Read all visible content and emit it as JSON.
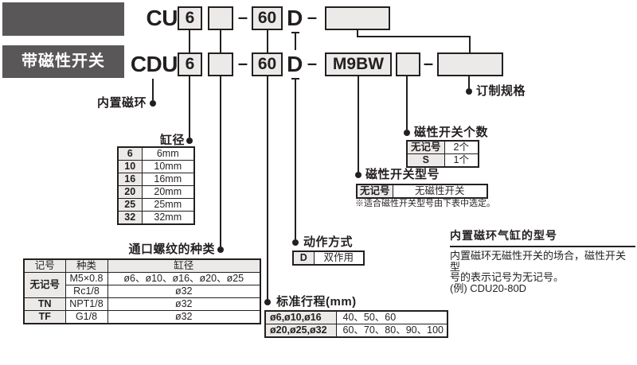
{
  "series_header": {
    "plain_label": "",
    "with_switch_label": "带磁性开关"
  },
  "separator": "–",
  "model_cu": {
    "prefix": "CU",
    "bore": "6",
    "blank": "",
    "stroke": "60",
    "action": "D",
    "option": ""
  },
  "model_cdu": {
    "prefix": "CDU",
    "bore": "6",
    "blank": "",
    "stroke": "60",
    "action": "D",
    "switch": "M9BW",
    "count": "",
    "option": ""
  },
  "callouts": {
    "built_in_magnet": "内置磁环",
    "bore": "缸径",
    "port_thread": "通口螺纹的种类",
    "action": "动作方式",
    "stroke": "标准行程(mm)",
    "switch_model": "磁性开关型号",
    "switch_count": "磁性开关个数",
    "custom_spec": "订制规格"
  },
  "bore_table": {
    "rows": [
      {
        "code": "6",
        "size": "6mm"
      },
      {
        "code": "10",
        "size": "10mm"
      },
      {
        "code": "16",
        "size": "16mm"
      },
      {
        "code": "20",
        "size": "20mm"
      },
      {
        "code": "25",
        "size": "25mm"
      },
      {
        "code": "32",
        "size": "32mm"
      }
    ]
  },
  "port_thread_table": {
    "headers": {
      "code": "记号",
      "type": "种类",
      "bore": "缸径"
    },
    "rows": [
      {
        "code": "无记号",
        "type": "M5×0.8",
        "bore": "ø6、ø10、ø16、ø20、ø25"
      },
      {
        "type": "Rc1/8",
        "bore": "ø32"
      },
      {
        "code": "TN",
        "type": "NPT1/8",
        "bore": "ø32"
      },
      {
        "code": "TF",
        "type": "G1/8",
        "bore": "ø32"
      }
    ]
  },
  "action_table": {
    "code": "D",
    "label": "双作用"
  },
  "stroke_table": {
    "rows": [
      {
        "bores": "ø6,ø10,ø16",
        "strokes": "40、50、60"
      },
      {
        "bores": "ø20,ø25,ø32",
        "strokes": "60、70、80、90、100"
      }
    ]
  },
  "switch_count_table": {
    "rows": [
      {
        "code": "无记号",
        "qty": "2个"
      },
      {
        "code": "S",
        "qty": "1个"
      }
    ]
  },
  "switch_model_table": {
    "code": "无记号",
    "label": "无磁性开关",
    "note": "※适合磁性开关型号由下表中选定。"
  },
  "side_note": {
    "title": "内置磁环气缸的型号",
    "line1": "内置磁环无磁性开关的场合，磁性开关型",
    "line2": "号的表示记号为无记号。",
    "example": "(例) CDU20-80D"
  },
  "colors": {
    "dark_header": "#595757",
    "box_fill": "#eceae8",
    "ink": "#231f20"
  }
}
